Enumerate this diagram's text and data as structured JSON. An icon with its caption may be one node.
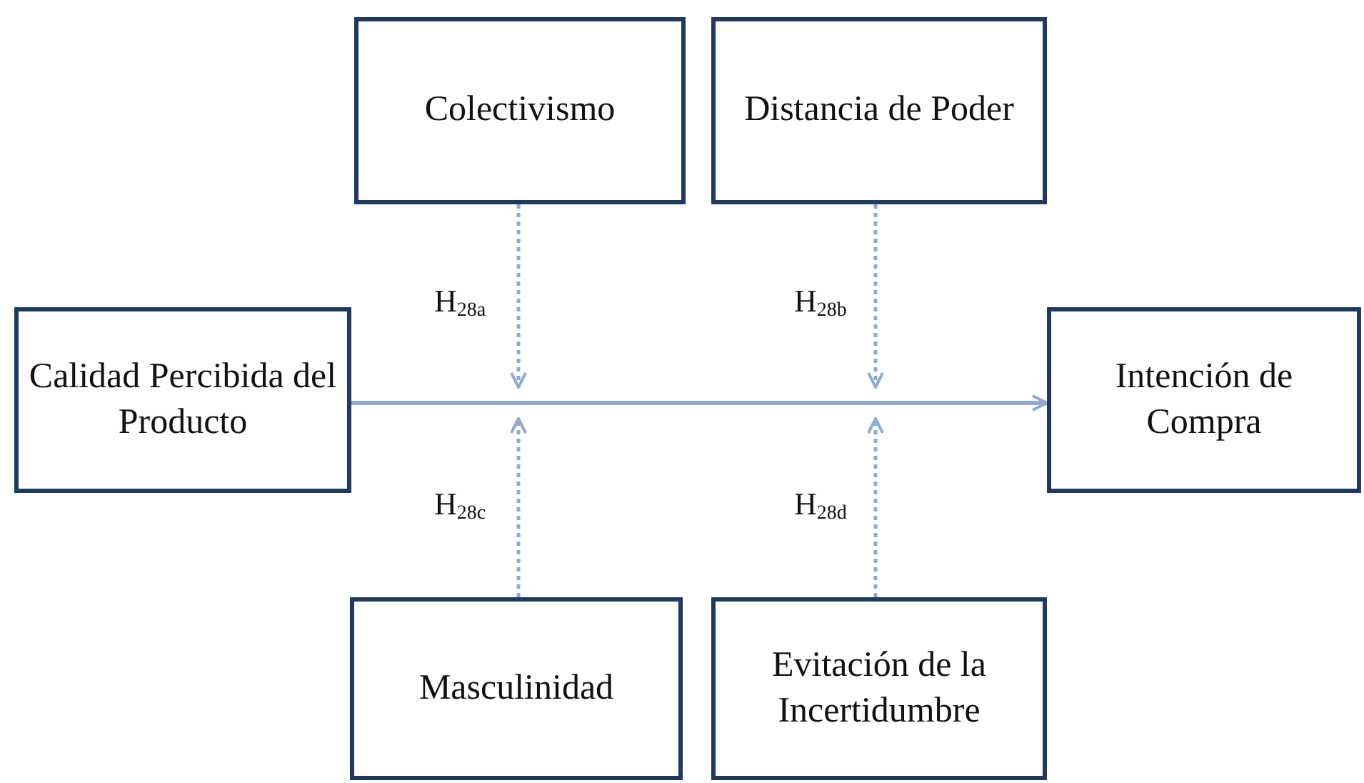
{
  "diagram": {
    "nodes": [
      {
        "text": [
          "Calidad Percibida del Producto"
        ]
      },
      {
        "text": [
          "Colectivismo"
        ]
      },
      {
        "text": [
          "Distancia de Poder"
        ]
      },
      {
        "text": [
          "Intención de Compra"
        ]
      },
      {
        "text": [
          "Masculinidad"
        ]
      },
      {
        "text": [
          "Evitación de la Incertidumbre"
        ]
      }
    ],
    "edges": [
      {
        "from": 0,
        "to": 3,
        "arrow": "to"
      },
      {
        "from": 1,
        "to": null,
        "arrow": "to",
        "style": "dashed",
        "label": "H$_{28a}$"
      },
      {
        "from": 2,
        "to": null,
        "arrow": "to",
        "style": "dashed",
        "label": "H$_{28b}$"
      },
      {
        "from": 4,
        "to": null,
        "arrow": "to",
        "style": "dashed",
        "label": "H$_{28c}$"
      },
      {
        "from": 5,
        "to": null,
        "arrow": "to",
        "style": "dashed",
        "label": "H$_{28d}$"
      }
    ]
  }
}
